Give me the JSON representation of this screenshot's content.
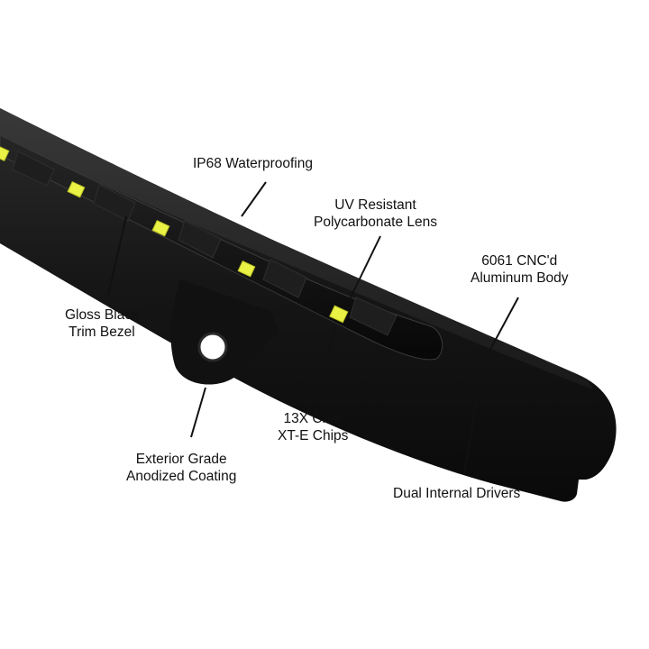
{
  "image": {
    "background": "#ffffff",
    "body_color": "#141414",
    "led_color": "#e9f245"
  },
  "callouts": {
    "ip68": [
      "IP68 Waterproofing"
    ],
    "lens": [
      "UV Resistant",
      "Polycarbonate Lens"
    ],
    "body": [
      "6061 CNC'd",
      "Aluminum Body"
    ],
    "bezel": [
      "Gloss Black",
      "Trim Bezel"
    ],
    "chips": [
      "13X Cree",
      "XT-E Chips"
    ],
    "coating": [
      "Exterior Grade",
      "Anodized Coating"
    ],
    "drivers": [
      "Dual Internal Drivers"
    ]
  }
}
